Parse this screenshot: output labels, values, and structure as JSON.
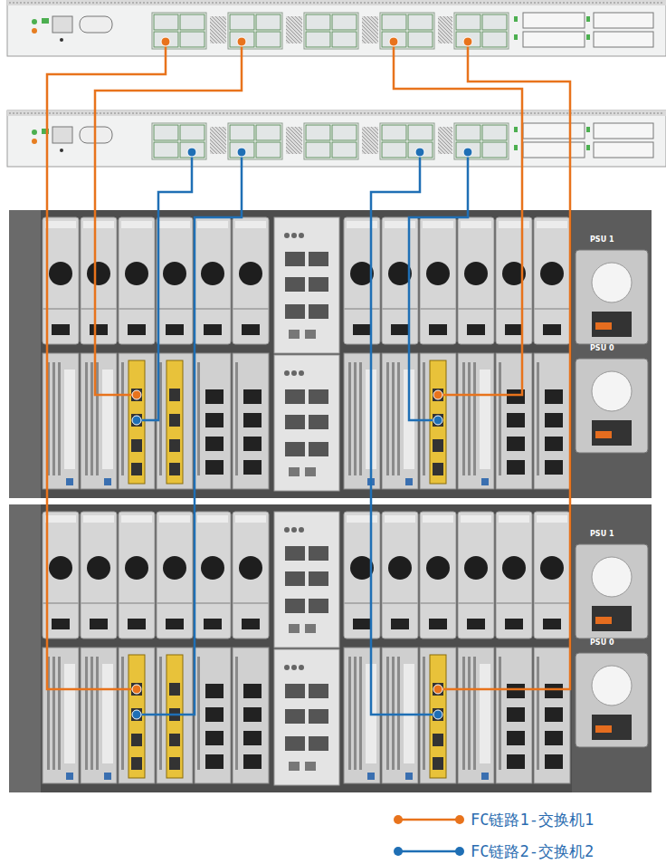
{
  "diagram": {
    "labels": [
      "PSU 1",
      "PSU 0",
      "PSU 1",
      "PSU 0"
    ],
    "legend": [
      {
        "text": "FC链路1-交换机1"
      },
      {
        "text": "FC链路2-交换机2"
      }
    ]
  }
}
